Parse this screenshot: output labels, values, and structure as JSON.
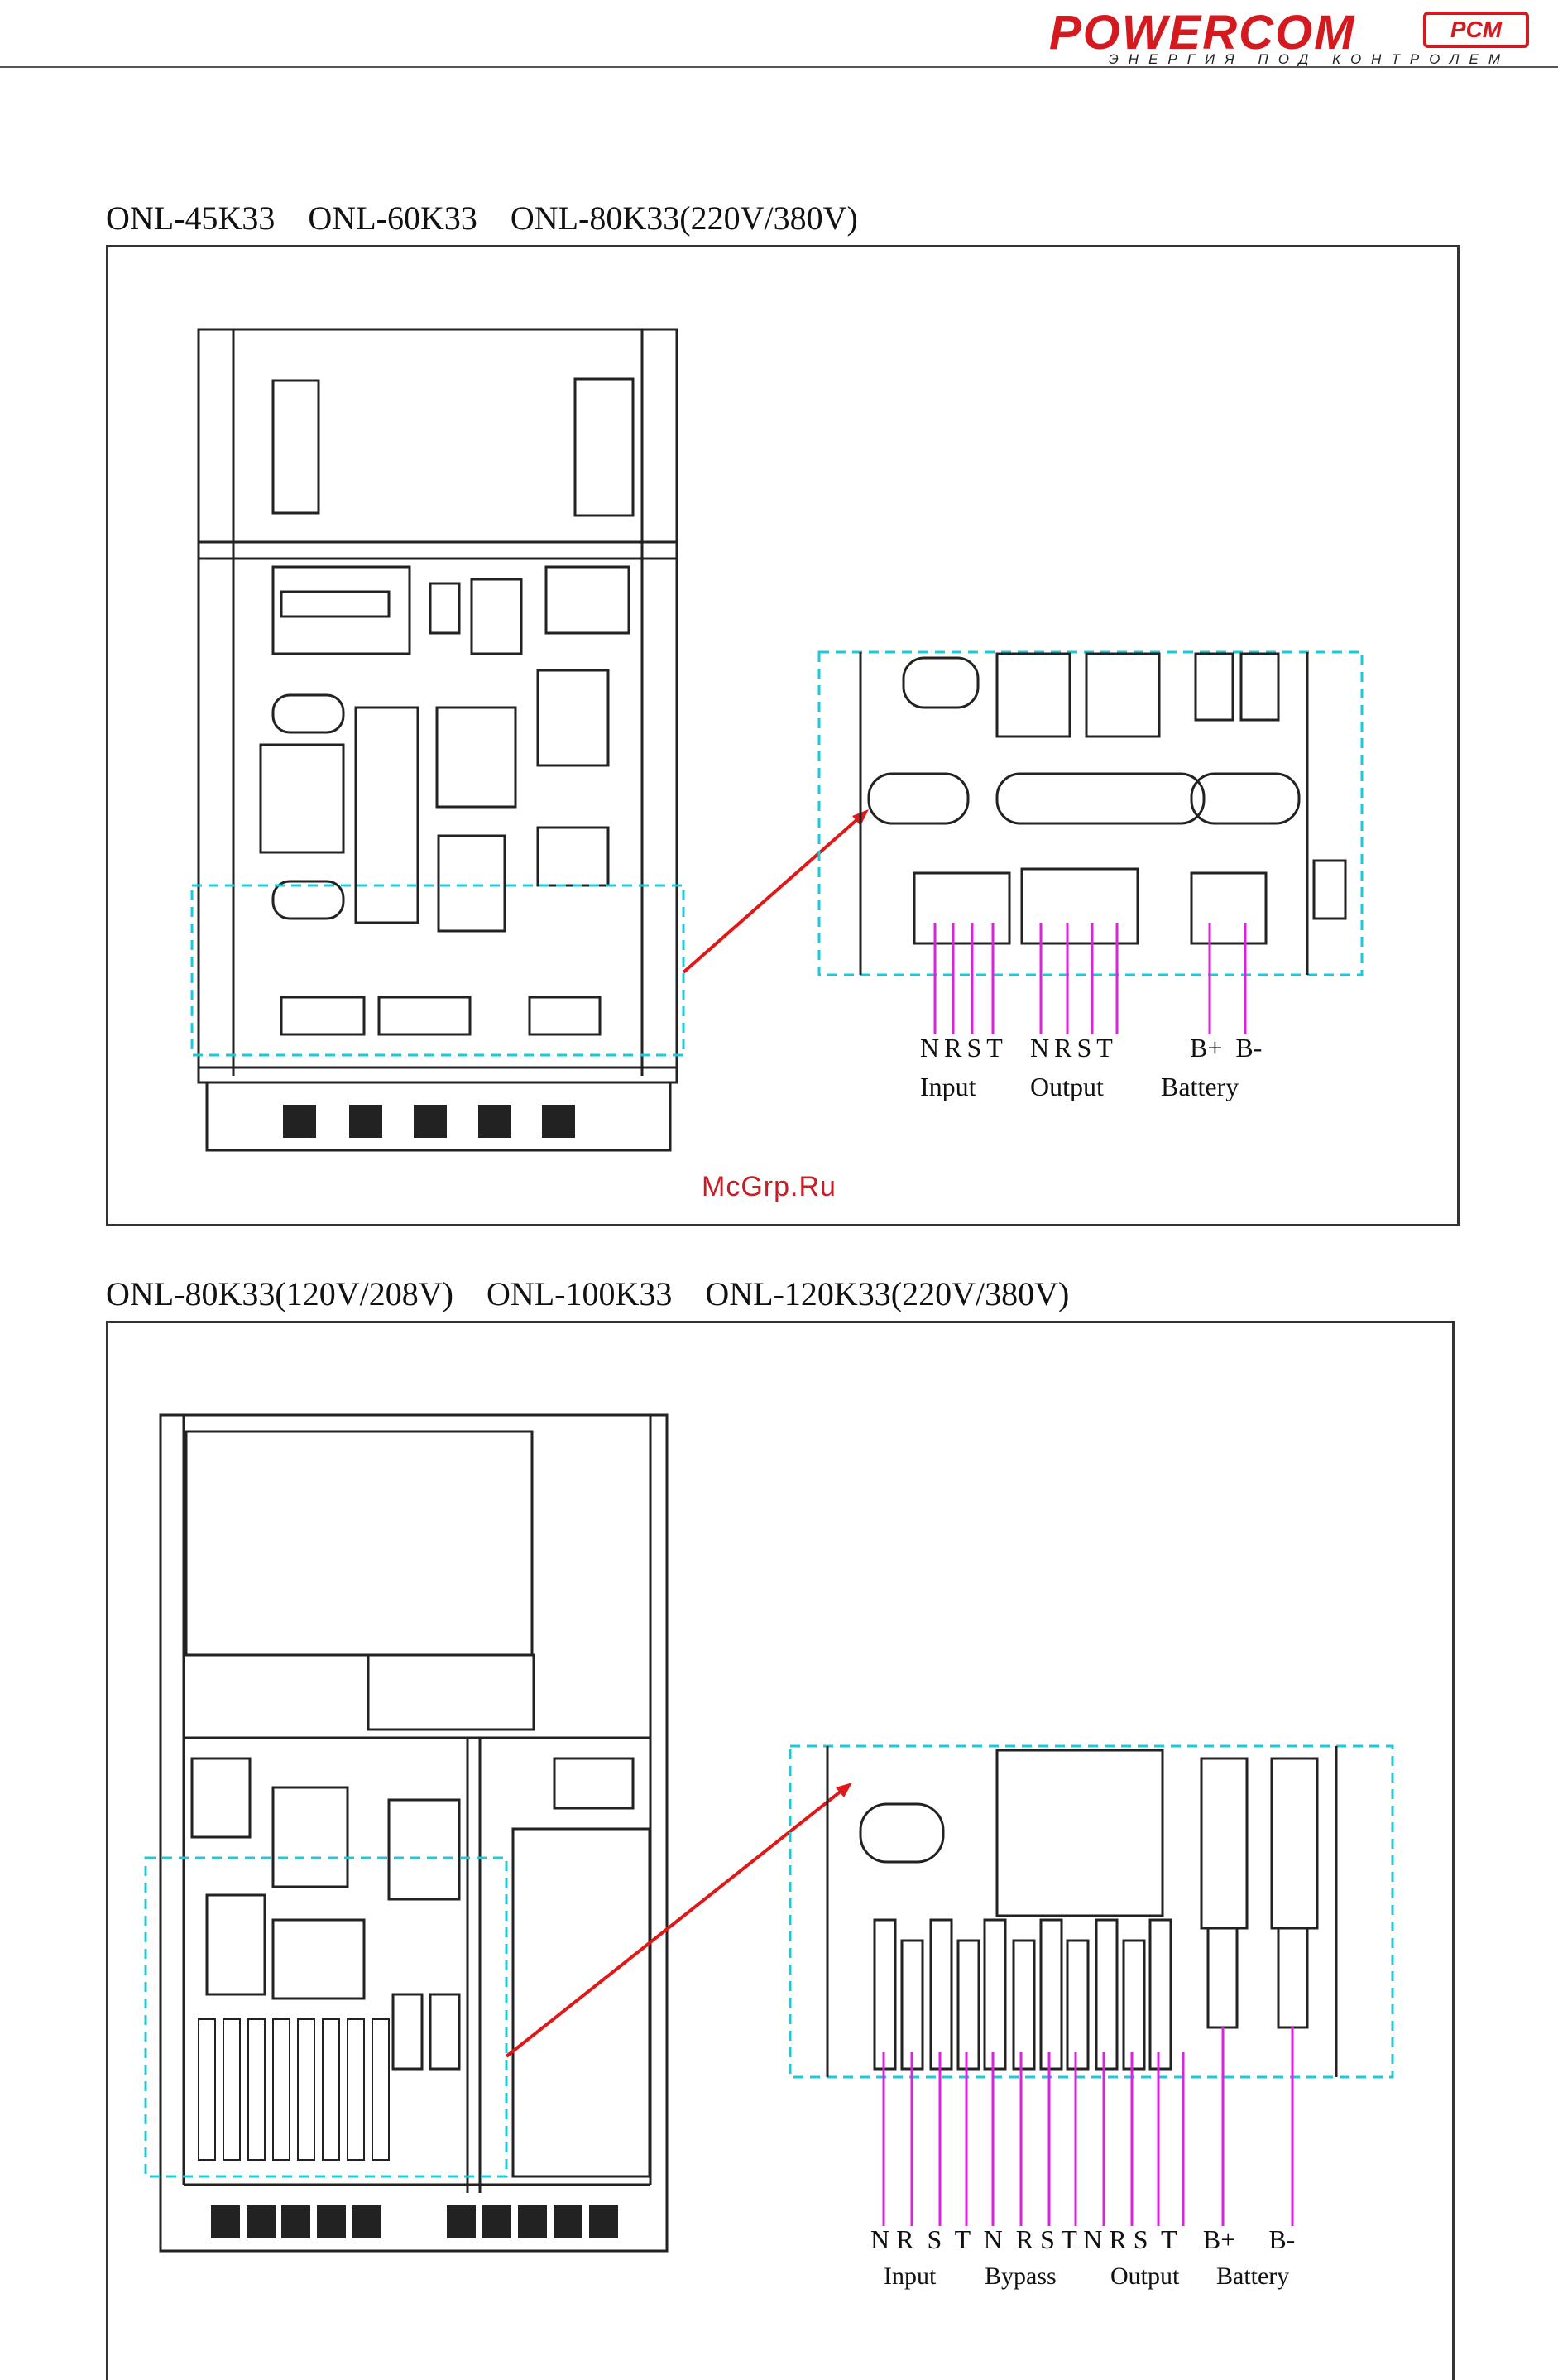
{
  "header": {
    "logo_text": "POWERCOM",
    "logo_badge": "PCM",
    "logo_tagline": "ЭНЕРГИЯ ПОД КОНТРОЛЕМ"
  },
  "section1": {
    "title": "ONL-45K33    ONL-60K33    ONL-80K33(220V/380V)",
    "terminal_letters": {
      "input": "NRST",
      "output": "NRST",
      "battery": "B+  B-"
    },
    "group_labels": {
      "input": "Input",
      "output": "Output",
      "battery": "Battery"
    }
  },
  "section2": {
    "title": "ONL-80K33(120V/208V)    ONL-100K33    ONL-120K33(220V/380V)",
    "terminal_letters": "N R  S  T  N  R S T N R S  T    B+     B-",
    "group_labels": {
      "input": "Input",
      "bypass": "Bypass",
      "output": "Output",
      "battery": "Battery"
    }
  },
  "watermark": "McGrp.Ru",
  "colors": {
    "brand": "#d41a1f",
    "highlight_dash": "#1ec8d8",
    "wire": "#e020e0",
    "arrow": "#e01818"
  }
}
